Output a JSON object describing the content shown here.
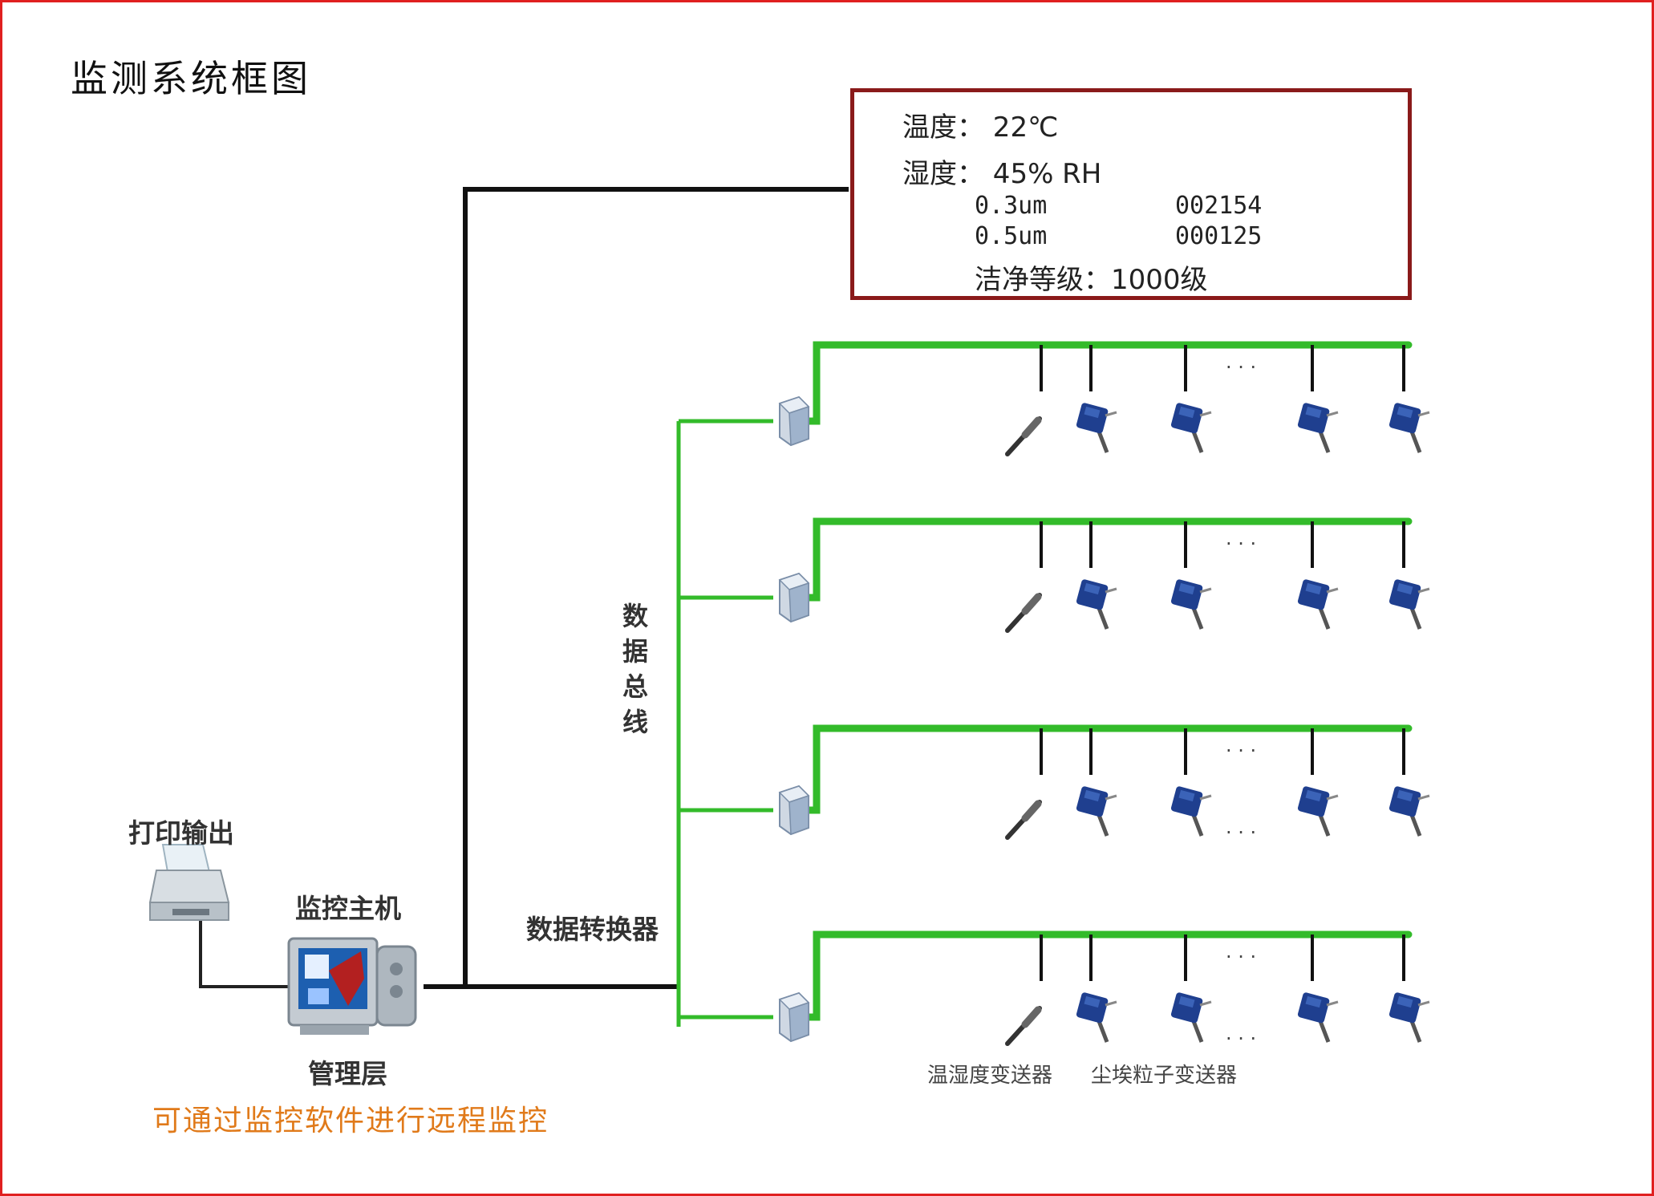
{
  "title": "监测系统框图",
  "colors": {
    "frame": "#e02020",
    "display_border": "#8a1a1a",
    "bus_green": "#33bb2a",
    "wire_black": "#111111",
    "sensor_blue": "#1f3f8f",
    "remote_text": "#e07a1a"
  },
  "display": {
    "temperature": "温度： 22℃",
    "humidity": "湿度： 45% RH",
    "particles": [
      {
        "size": "0.3um",
        "count": "002154"
      },
      {
        "size": "0.5um",
        "count": "000125"
      }
    ],
    "cleanliness": "洁净等级：1000级"
  },
  "labels": {
    "print_output": "打印输出",
    "host": "监控主机",
    "management_layer": "管理层",
    "converter": "数据转换器",
    "data_bus_chars": [
      "数",
      "据",
      "总",
      "线"
    ],
    "th_transmitter": "温湿度变送器",
    "dust_transmitter": "尘埃粒子变送器",
    "ellipsis": "· · ·",
    "remote_note": "可通过监控软件进行远程监控"
  },
  "icons": {
    "printer": "printer-icon",
    "host": "monitor-computer-icon",
    "converter": "data-converter-icon",
    "temp_probe": "temperature-probe-icon",
    "dust_sensor": "dust-particle-sensor-icon"
  }
}
